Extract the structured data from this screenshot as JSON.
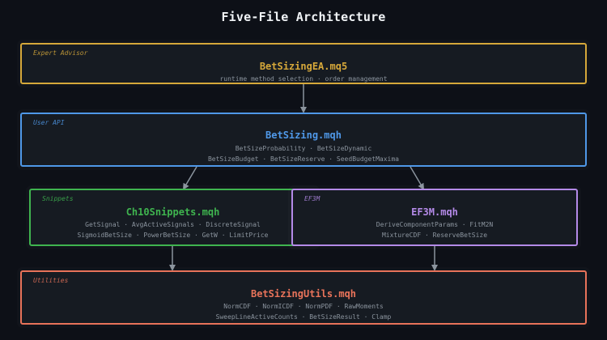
{
  "title": "Five-File Architecture",
  "nodes": {
    "expert_advisor": {
      "tag": "Expert Advisor",
      "name": "BetSizingEA.mq5",
      "lines": [
        "runtime method selection  ·  order management"
      ],
      "color": "#d6a83a"
    },
    "user_api": {
      "tag": "User API",
      "name": "BetSizing.mqh",
      "lines": [
        "BetSizeProbability  ·  BetSizeDynamic",
        "BetSizeBudget  ·  BetSizeReserve  ·  SeedBudgetMaxima"
      ],
      "color": "#4f98e8"
    },
    "snippets": {
      "tag": "Snippets",
      "name": "Ch10Snippets.mqh",
      "lines": [
        "GetSignal  ·  AvgActiveSignals  ·  DiscreteSignal",
        "SigmoidBetSize  ·  PowerBetSize  ·  GetW  ·  LimitPrice"
      ],
      "color": "#3fb44f"
    },
    "ef3m": {
      "tag": "EF3M",
      "name": "EF3M.mqh",
      "lines": [
        "DeriveComponentParams  ·  FitM2N",
        "MixtureCDF  ·  ReserveBetSize"
      ],
      "color": "#b48ae8"
    },
    "utilities": {
      "tag": "Utilities",
      "name": "BetSizingUtils.mqh",
      "lines": [
        "NormCDF  ·  NormICDF  ·  NormPDF  ·  RawMoments",
        "SweepLineActiveCounts  ·  BetSizeResult  ·  Clamp"
      ],
      "color": "#e8735a"
    }
  },
  "edge_color": "#8b949e"
}
